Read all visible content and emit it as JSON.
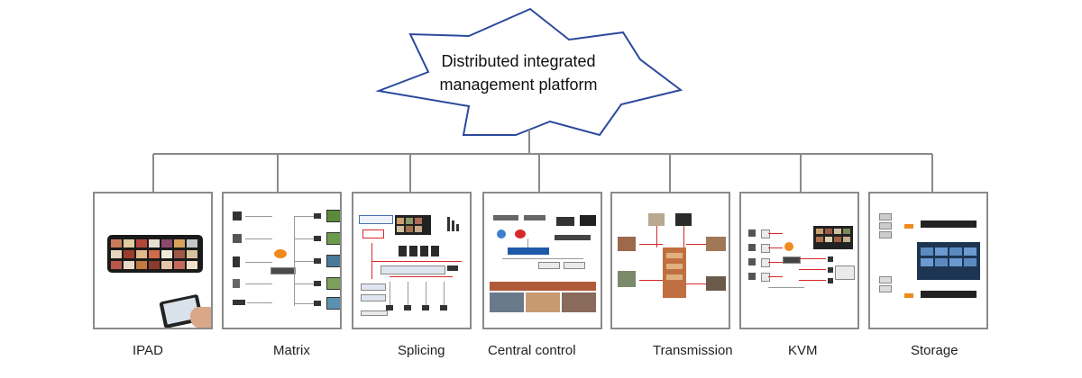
{
  "platform": {
    "title_line1": "Distributed integrated",
    "title_line2": "management platform"
  },
  "modules": [
    {
      "label": "IPAD"
    },
    {
      "label": "Matrix"
    },
    {
      "label": "Splicing"
    },
    {
      "label": "Central control"
    },
    {
      "label": "Transmission"
    },
    {
      "label": "KVM"
    },
    {
      "label": "Storage"
    }
  ],
  "colors": {
    "star_stroke": "#2b4a9c",
    "connector": "#8a8a8a"
  }
}
